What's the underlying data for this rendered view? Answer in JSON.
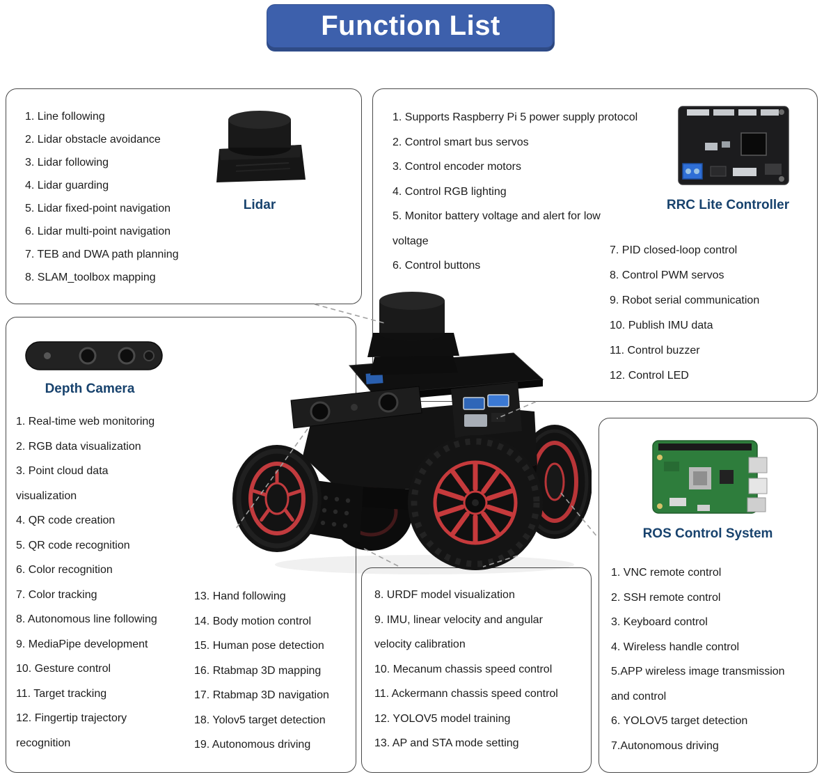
{
  "title": "Function List",
  "colors": {
    "title_blue": "#3d60ac",
    "section_label_blue": "#17426d",
    "wheel_rim_red": "#c63a3c",
    "box_border_gray": "#484848",
    "connector_gray": "#a0a0a0",
    "text_black": "#1c1c1c"
  },
  "sections": {
    "lidar": {
      "label": "Lidar",
      "items": [
        "1. Line following",
        "2. Lidar obstacle avoidance",
        "3. Lidar following",
        "4. Lidar guarding",
        "5. Lidar fixed-point navigation",
        "6. Lidar multi-point navigation",
        "7. TEB and DWA path planning",
        "8. SLAM_toolbox mapping"
      ]
    },
    "rrc_lite_controller": {
      "label": "RRC Lite Controller",
      "items_left": [
        "1. Supports Raspberry Pi 5 power supply protocol",
        "2. Control smart bus servos",
        "3.  Control encoder motors",
        "4. Control RGB lighting",
        "5. Monitor battery voltage and alert for low\nvoltage",
        "6. Control buttons"
      ],
      "items_right": [
        "7. PID closed-loop control",
        "8. Control PWM servos",
        "9. Robot serial communication",
        "10.  Publish IMU data",
        "11. Control buzzer",
        "12. Control LED"
      ]
    },
    "depth_camera": {
      "label": "Depth Camera",
      "items_left": [
        "1. Real-time web monitoring",
        "2. RGB data visualization",
        "3. Point cloud data\nvisualization",
        "4. QR code creation",
        "5. QR code recognition",
        "6. Color recognition",
        "7. Color tracking",
        "8. Autonomous line following",
        "9. MediaPipe development",
        "10. Gesture control",
        "11. Target tracking",
        "12. Fingertip trajectory\nrecognition"
      ],
      "items_right": [
        "13. Hand following",
        "14. Body motion control",
        "15. Human pose detection",
        "16. Rtabmap 3D mapping",
        "17. Rtabmap 3D navigation",
        "18. Yolov5 target detection",
        "19. Autonomous driving"
      ]
    },
    "ros_extra_functions": {
      "items": [
        "8. URDF model visualization",
        "9. IMU, linear velocity and angular\nvelocity calibration",
        "10. Mecanum chassis speed control",
        "11. Ackermann chassis speed control",
        "12. YOLOV5 model training",
        "13.  AP and STA mode setting"
      ]
    },
    "ros_control_system": {
      "label": "ROS Control System",
      "items": [
        "1. VNC remote control",
        "2. SSH remote control",
        "3. Keyboard control",
        "4. Wireless handle control",
        "5.APP wireless image transmission\nand control",
        "6. YOLOV5 target detection",
        "7.Autonomous driving"
      ]
    }
  }
}
